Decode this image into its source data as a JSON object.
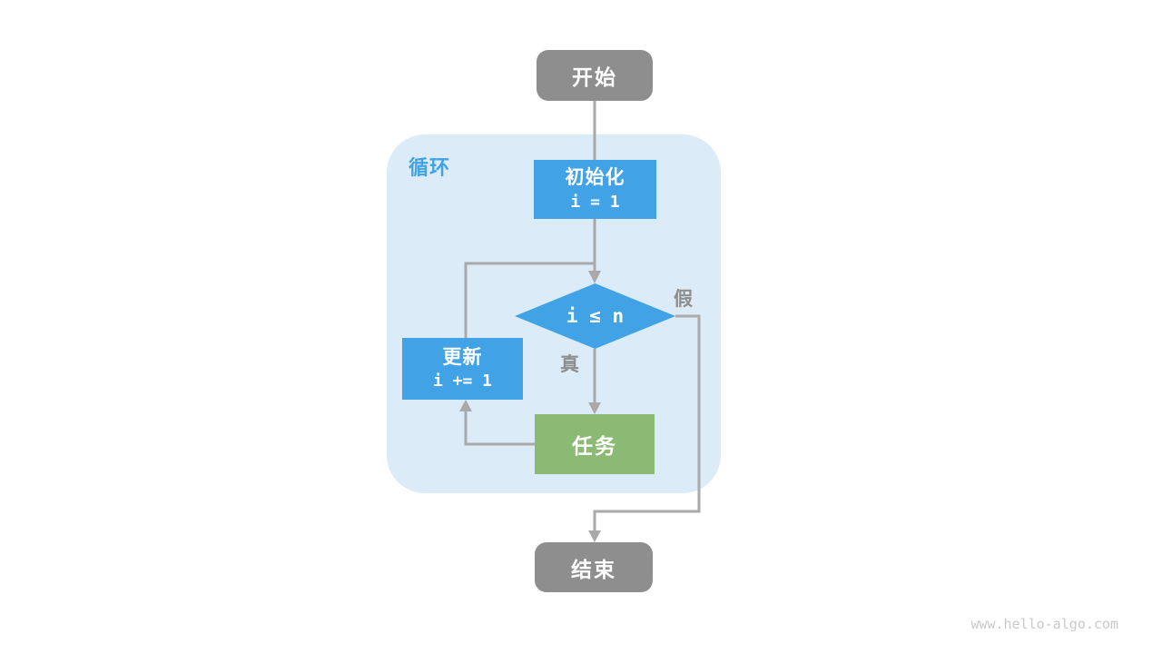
{
  "page": {
    "watermark": "www.hello-algo.com"
  },
  "colors": {
    "node_gray": "#8e8e8e",
    "box_blue": "#41a3e6",
    "box_green": "#8aba73",
    "loop_container_bg": "#dcebf8",
    "loop_label_blue": "#41a3e6",
    "edge_gray": "#a9a9a9",
    "edge_label_gray": "#8e8e8e",
    "watermark_gray": "#c9c9c9"
  },
  "diagram": {
    "loop_label": "循环",
    "nodes": {
      "start": {
        "label": "开始"
      },
      "init": {
        "title": "初始化",
        "code": "i = 1"
      },
      "condition": {
        "code": "i ≤ n"
      },
      "update": {
        "title": "更新",
        "code": "i += 1"
      },
      "task": {
        "label": "任务"
      },
      "end": {
        "label": "结束"
      }
    },
    "edge_labels": {
      "true_branch": "真",
      "false_branch": "假"
    }
  }
}
